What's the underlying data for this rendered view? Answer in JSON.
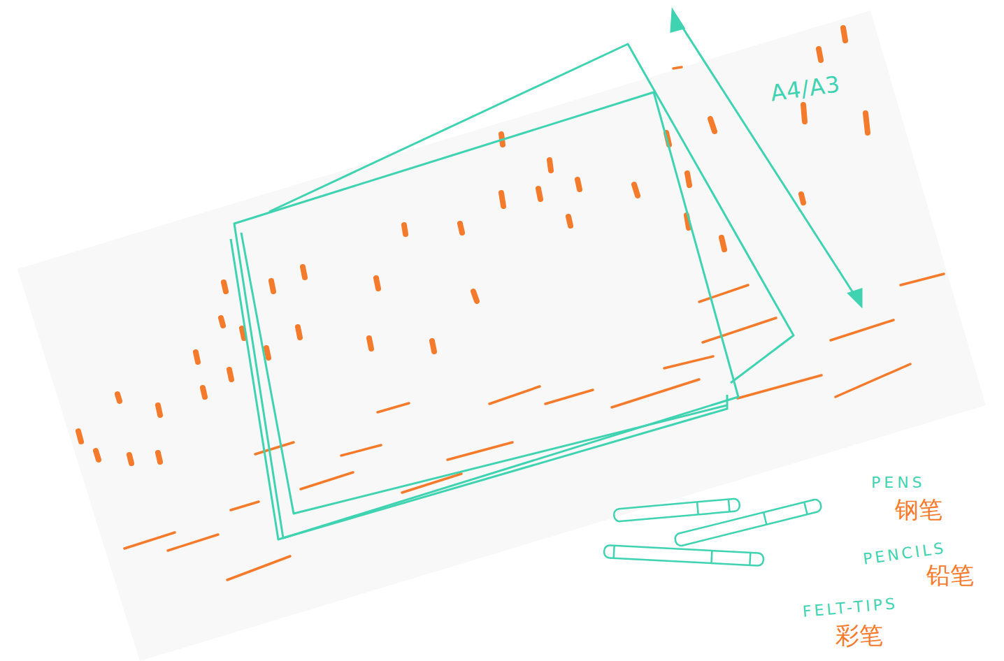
{
  "diagram": {
    "labels": [
      "A4/A3",
      "PENS",
      "钢笔",
      "PENCILS",
      "铅笔",
      "FELT-TIPS",
      "彩笔"
    ]
  }
}
